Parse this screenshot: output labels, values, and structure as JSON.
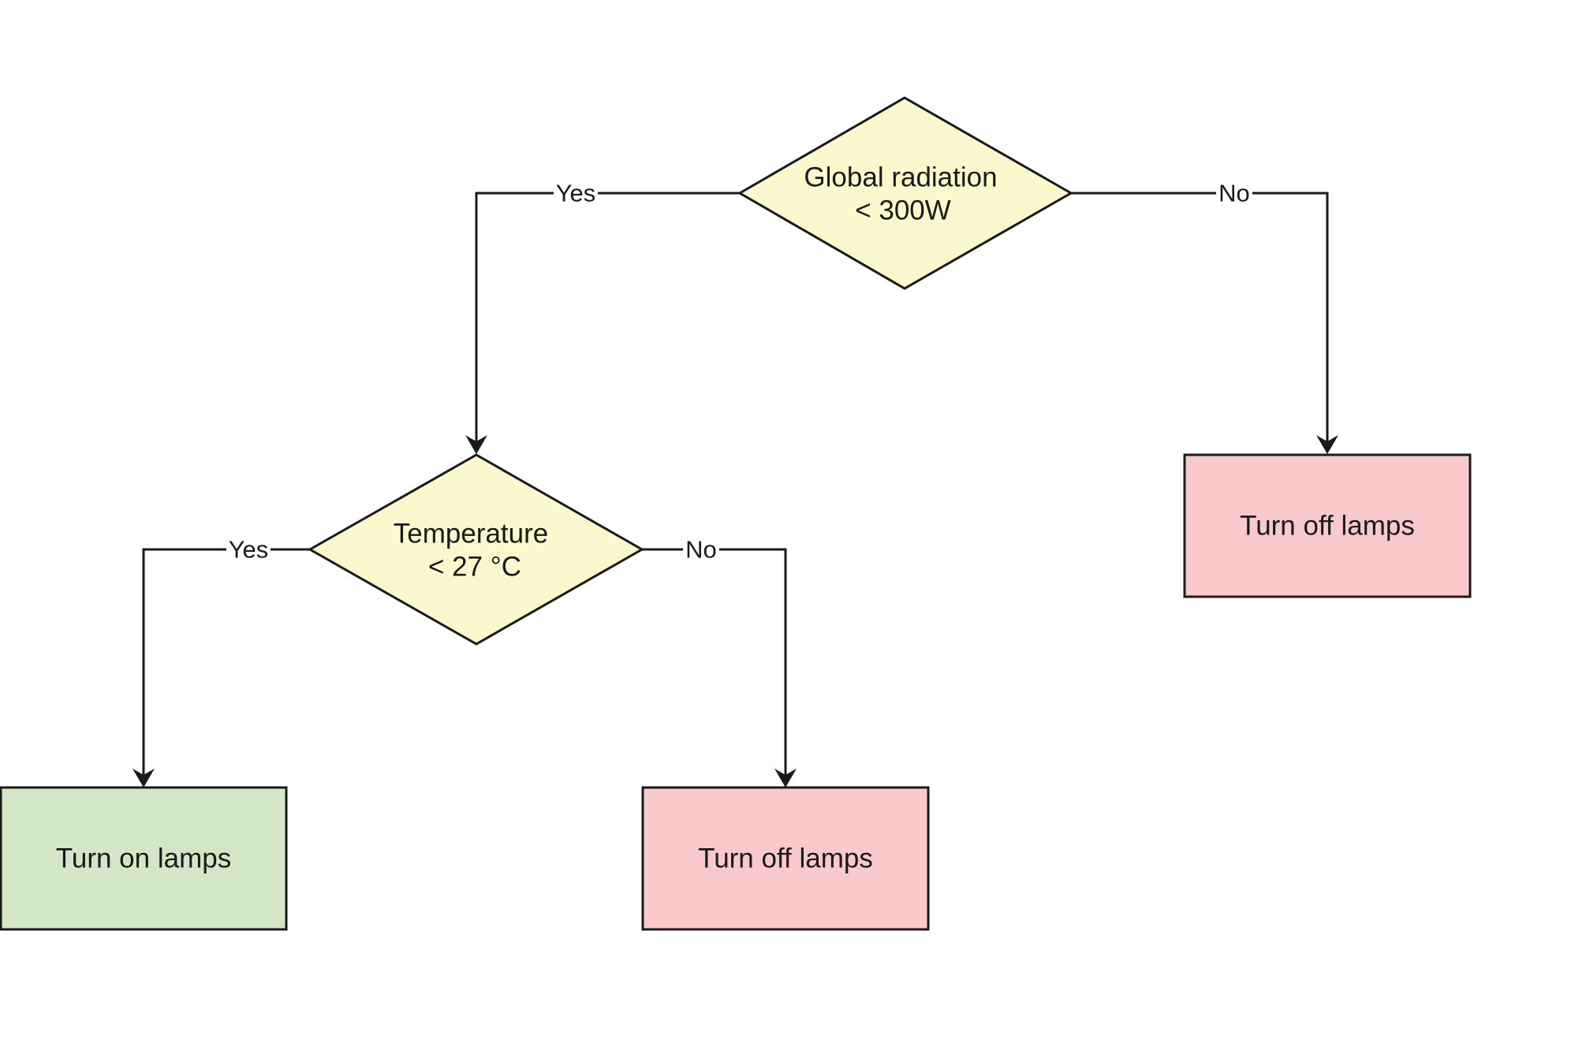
{
  "colors": {
    "decision_fill": "#fbf8cd",
    "on_fill": "#d3e6c6",
    "off_fill": "#f9c9cc",
    "stroke": "#1a1a1a",
    "background": "#ffffff"
  },
  "nodes": {
    "global_radiation": {
      "line1": "Global radiation",
      "line2": "< 300W"
    },
    "temperature": {
      "line1": "Temperature",
      "line2": "< 27 °C"
    },
    "turn_off_right": {
      "label": "Turn off lamps"
    },
    "turn_on": {
      "label": "Turn on lamps"
    },
    "turn_off_middle": {
      "label": "Turn off lamps"
    }
  },
  "edges": {
    "radiation_yes": "Yes",
    "radiation_no": "No",
    "temperature_yes": "Yes",
    "temperature_no": "No"
  }
}
